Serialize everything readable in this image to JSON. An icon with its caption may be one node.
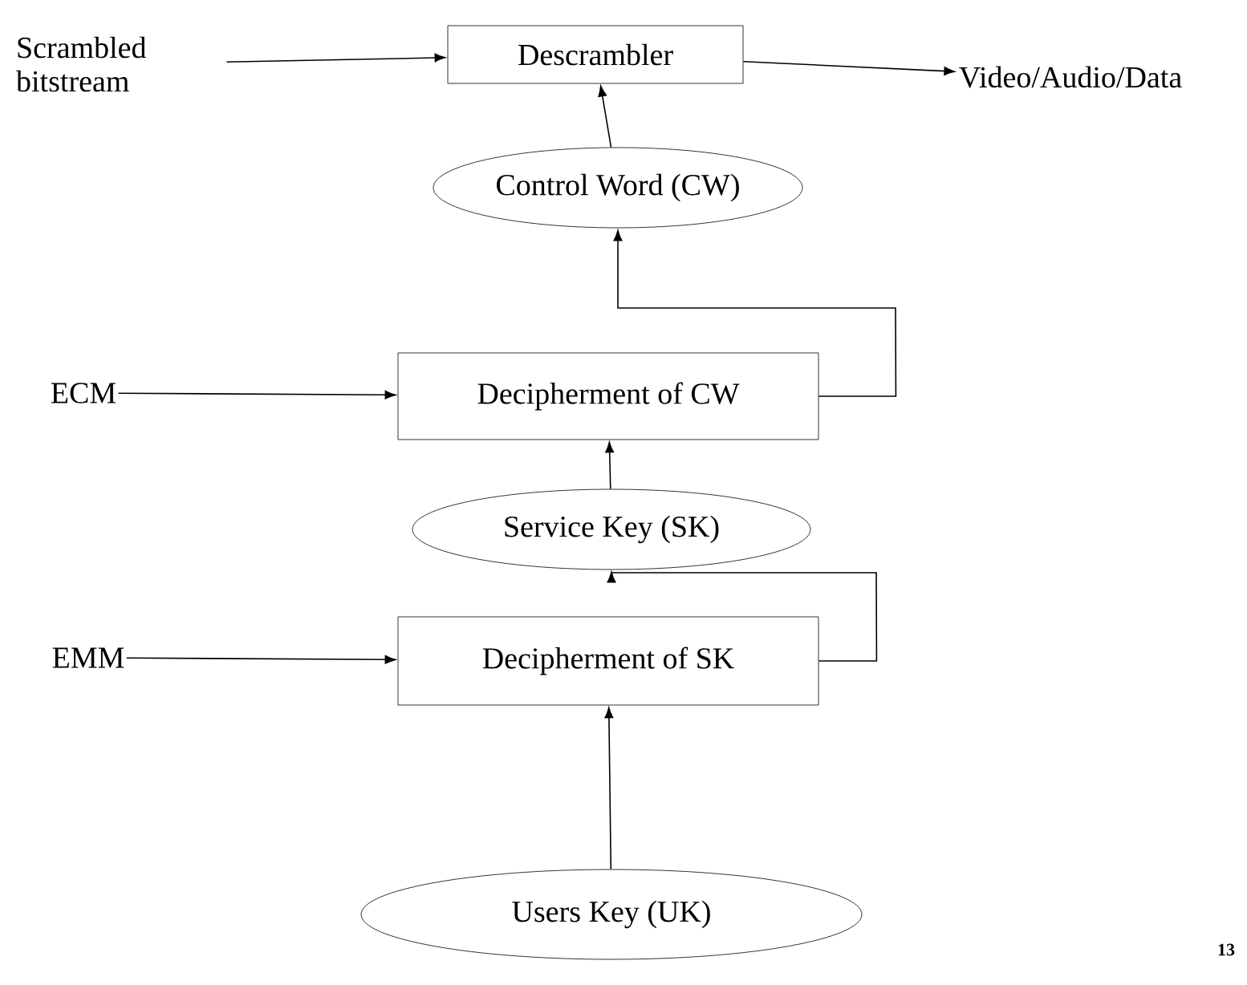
{
  "diagram": {
    "nodes": [
      {
        "text": [
          "Scrambled bitstream"
        ]
      },
      {
        "text": [
          "Descrambler"
        ]
      },
      {
        "text": [
          "Video/Audio/Data"
        ]
      },
      {
        "text": [
          "Control Word (CW)"
        ]
      },
      {
        "text": [
          "ECM"
        ]
      },
      {
        "text": [
          "Decipherment of CW"
        ]
      },
      {
        "text": [
          "Service Key (SK)"
        ]
      },
      {
        "text": [
          "EMM"
        ]
      },
      {
        "text": [
          "Decipherment of SK"
        ]
      },
      {
        "text": [
          "Users Key (UK)"
        ]
      }
    ],
    "edges": [
      {
        "from": 0,
        "to": 1,
        "arrow": "to"
      },
      {
        "from": 1,
        "to": 2,
        "arrow": "to"
      },
      {
        "from": 3,
        "to": 1,
        "arrow": "to"
      },
      {
        "from": 5,
        "to": 3,
        "arrow": "to"
      },
      {
        "from": 4,
        "to": 5,
        "arrow": "to"
      },
      {
        "from": 6,
        "to": 5,
        "arrow": "to"
      },
      {
        "from": 8,
        "to": 6,
        "arrow": "to"
      },
      {
        "from": 7,
        "to": 8,
        "arrow": "to"
      },
      {
        "from": 9,
        "to": 8,
        "arrow": "to"
      }
    ],
    "labels": [
      "13"
    ]
  }
}
